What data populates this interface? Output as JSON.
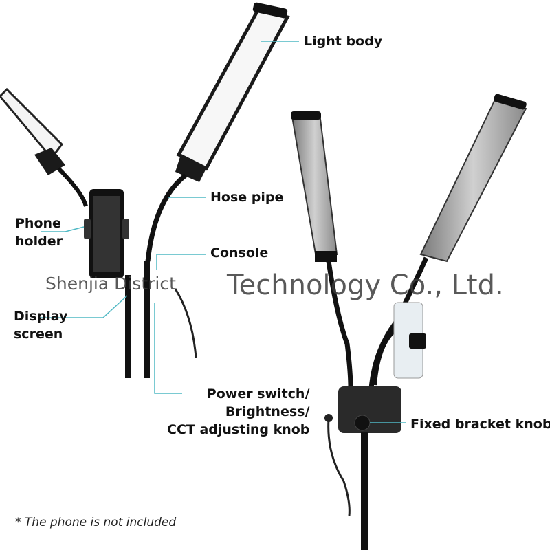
{
  "labels": {
    "light_body": "Light body",
    "hose_pipe": "Hose pipe",
    "console": "Console",
    "phone_holder": [
      "Phone",
      "holder"
    ],
    "display_screen": [
      "Display",
      "screen"
    ],
    "power_switch": [
      "Power switch/",
      "Brightness/",
      "CCT adjusting knob"
    ],
    "fixed_bracket_knob": "Fixed bracket knob"
  },
  "watermark": {
    "left": "Shenjia District",
    "right": "Technology Co., Ltd."
  },
  "note": "* The phone is not included",
  "colors": {
    "leader": "#4fb8c4",
    "lamp_frame": "#1a1a1a",
    "aluminum": "#a8a8a8"
  }
}
